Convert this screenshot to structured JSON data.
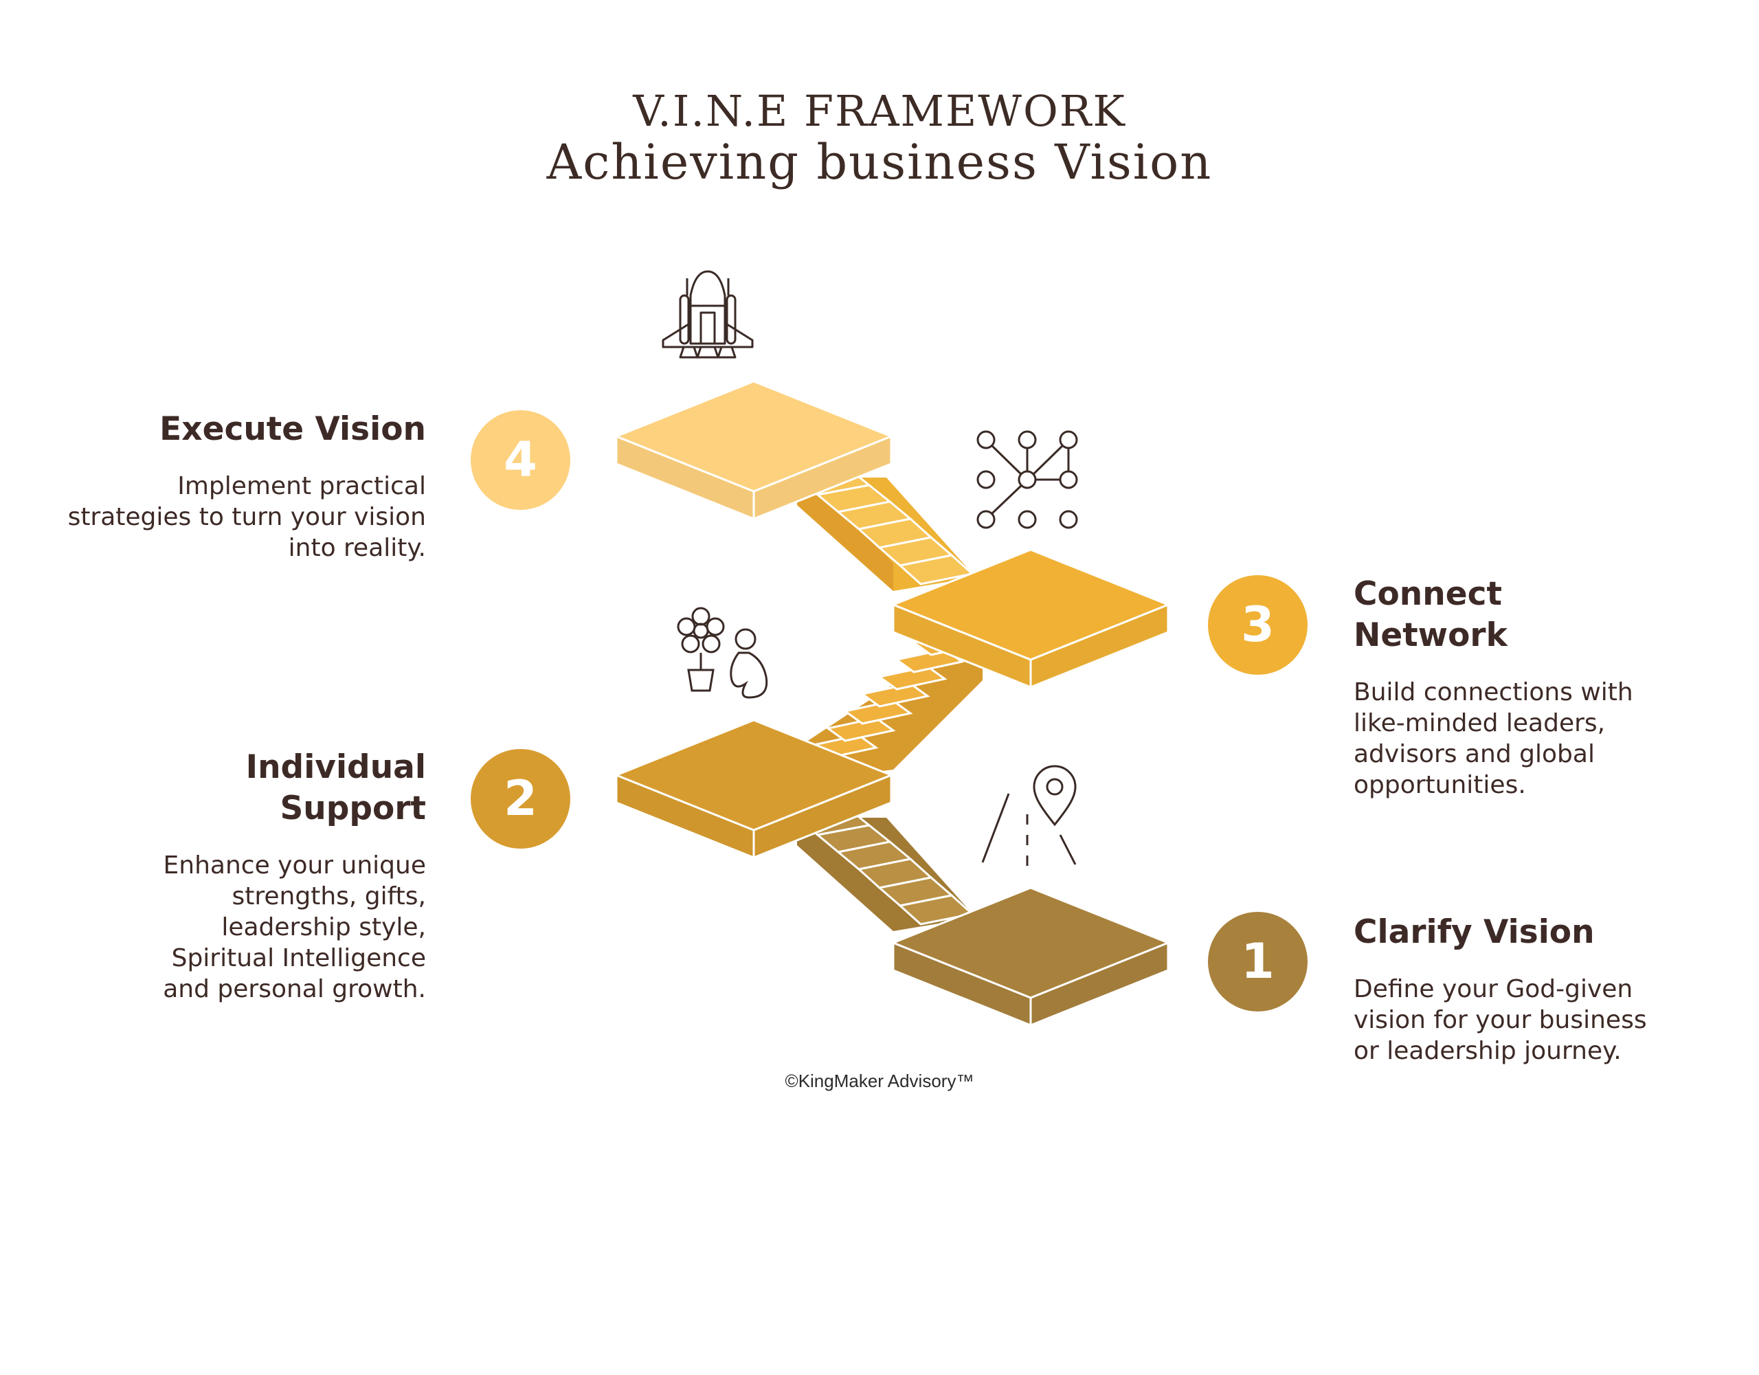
{
  "title": {
    "line1": "V.I.N.E FRAMEWORK",
    "line2": "Achieving business Vision"
  },
  "steps": [
    {
      "number": "1",
      "heading": "Clarify Vision",
      "description": "Define your God-given vision for your business or leadership journey.",
      "icon": "location-pin-road-icon",
      "color": "#a8813c"
    },
    {
      "number": "2",
      "heading": "Individual Support",
      "description": "Enhance your unique strengths, gifts, leadership style, Spiritual Intelligence and personal growth.",
      "icon": "person-watering-flower-icon",
      "color": "#d79c2f"
    },
    {
      "number": "3",
      "heading": "Connect Network",
      "description": "Build connections with like-minded leaders, advisors and global opportunities.",
      "icon": "network-nodes-icon",
      "color": "#f0b135"
    },
    {
      "number": "4",
      "heading": "Execute Vision",
      "description": "Implement practical strategies to turn your vision into reality.",
      "icon": "space-shuttle-icon",
      "color": "#fdd17e"
    }
  ],
  "footer": "©KingMaker Advisory™"
}
